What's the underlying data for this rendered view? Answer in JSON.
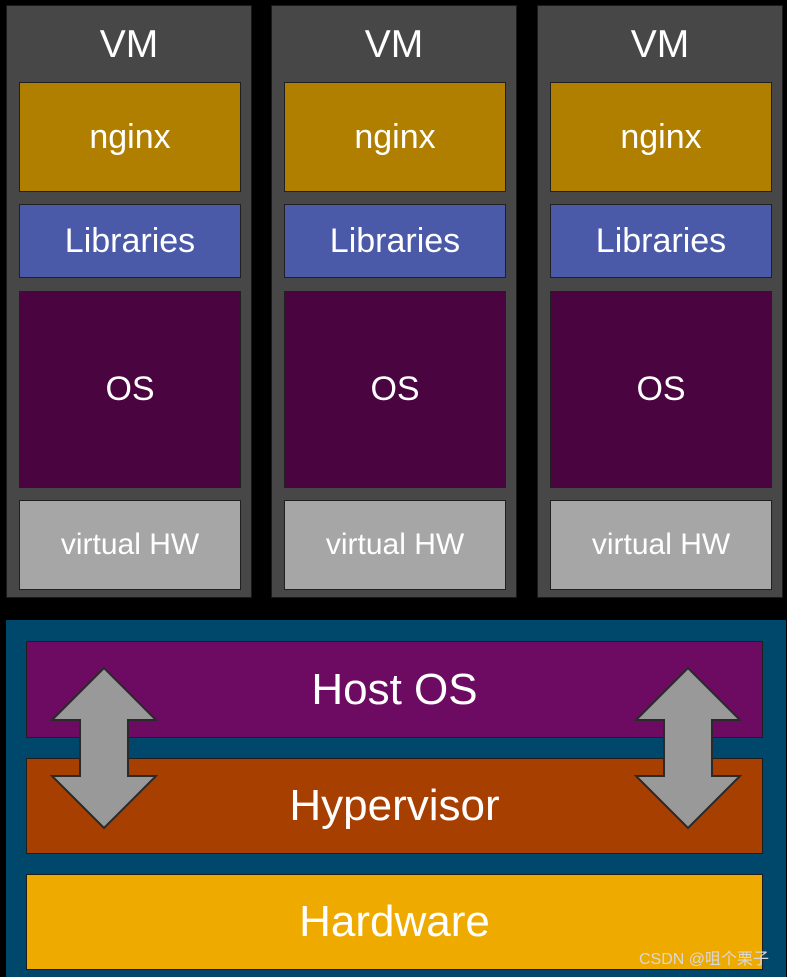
{
  "vms": [
    {
      "title": "VM",
      "app": "nginx",
      "libraries": "Libraries",
      "os": "OS",
      "hw": "virtual HW"
    },
    {
      "title": "VM",
      "app": "nginx",
      "libraries": "Libraries",
      "os": "OS",
      "hw": "virtual HW"
    },
    {
      "title": "VM",
      "app": "nginx",
      "libraries": "Libraries",
      "os": "OS",
      "hw": "virtual HW"
    }
  ],
  "host": {
    "host_os": "Host OS",
    "hypervisor": "Hypervisor",
    "hardware": "Hardware"
  },
  "watermark": "CSDN @咀个栗子",
  "colors": {
    "vm_bg": "#474747",
    "nginx": "#b07f00",
    "libraries": "#4a5aa9",
    "os": "#4a043f",
    "virtual_hw": "#a6a6a6",
    "host_bg": "#00476c",
    "host_os": "#6d0a62",
    "hypervisor": "#a63f00",
    "hardware": "#efaa00",
    "arrow": "#999999"
  },
  "icons": [
    "double-arrow-icon",
    "double-arrow-icon"
  ]
}
